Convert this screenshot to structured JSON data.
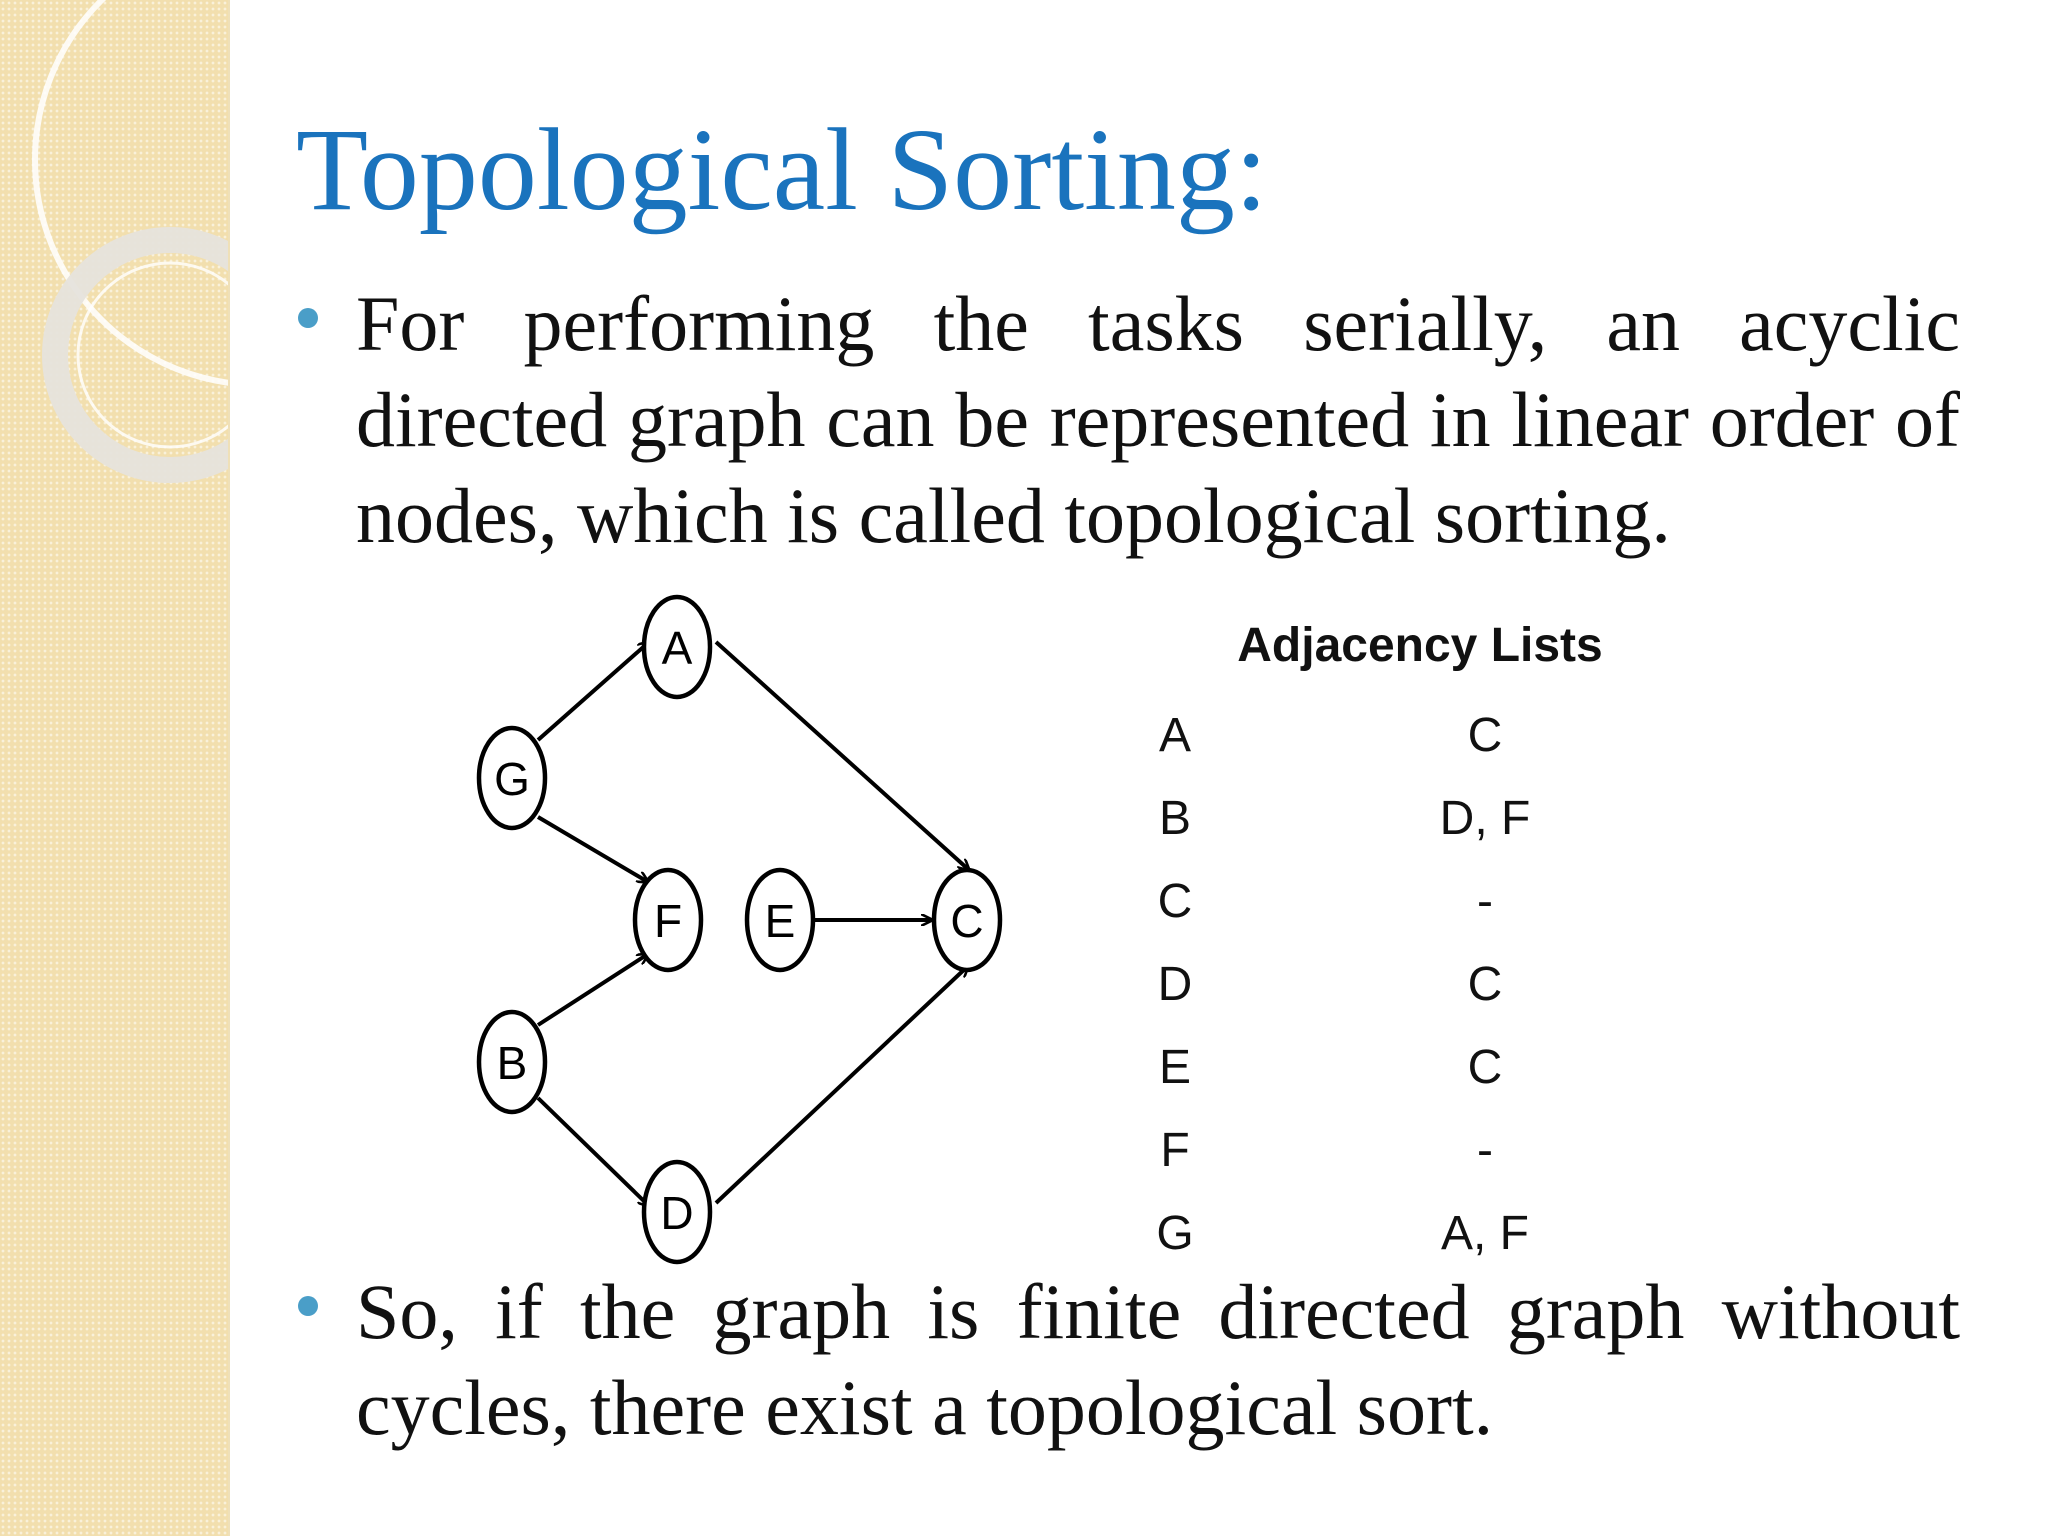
{
  "slide": {
    "title": "Topological Sorting:",
    "bullets": [
      "For performing the tasks serially, an acyclic directed graph can be represented in linear order of nodes, which is called topological sorting.",
      "So, if the graph is finite directed graph without cycles, there exist a topological sort."
    ]
  },
  "graph": {
    "nodes": [
      "A",
      "G",
      "F",
      "E",
      "C",
      "B",
      "D"
    ],
    "edges": [
      [
        "G",
        "A"
      ],
      [
        "G",
        "F"
      ],
      [
        "B",
        "F"
      ],
      [
        "B",
        "D"
      ],
      [
        "A",
        "C"
      ],
      [
        "E",
        "C"
      ],
      [
        "D",
        "C"
      ]
    ]
  },
  "adjacency": {
    "title": "Adjacency Lists",
    "rows": [
      {
        "node": "A",
        "list": "C"
      },
      {
        "node": "B",
        "list": "D, F"
      },
      {
        "node": "C",
        "list": "-"
      },
      {
        "node": "D",
        "list": "C"
      },
      {
        "node": "E",
        "list": "C"
      },
      {
        "node": "F",
        "list": "-"
      },
      {
        "node": "G",
        "list": "A, F"
      }
    ]
  },
  "colors": {
    "title": "#1a73bd",
    "bullet": "#4a9ec8",
    "side_band": "#f2dfae"
  }
}
